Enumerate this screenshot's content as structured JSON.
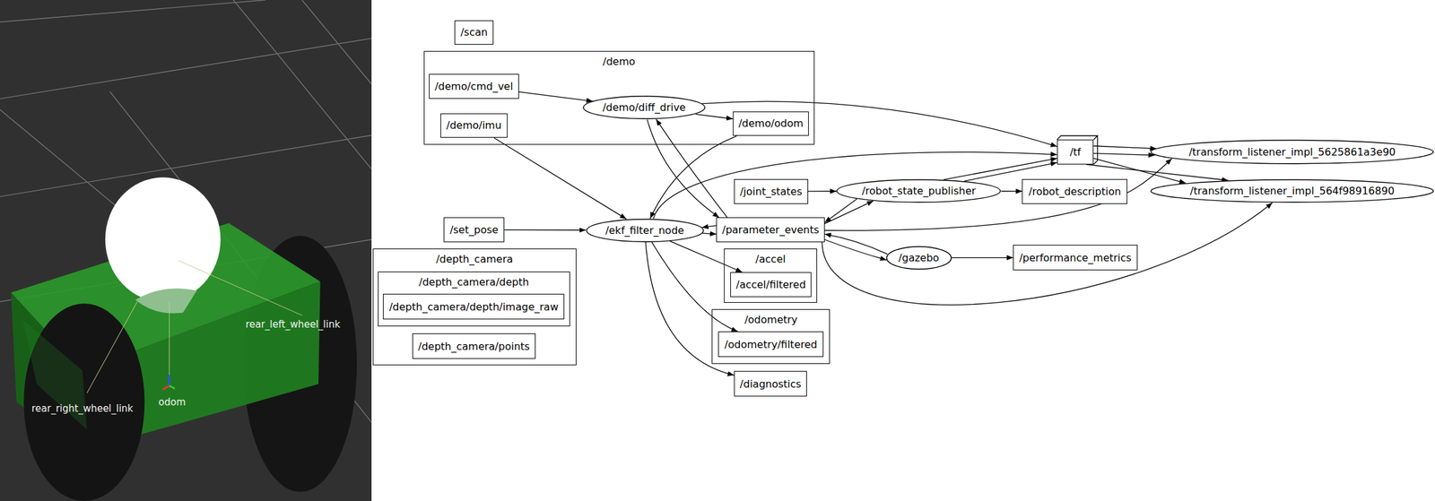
{
  "diagram": {
    "nodes": [
      {
        "text": [
          "/scan"
        ]
      },
      {
        "text": [
          "/demo"
        ]
      },
      {
        "text": [
          "/demo/cmd_vel"
        ],
        "in": 1
      },
      {
        "text": [
          "/demo/imu"
        ],
        "in": 1
      },
      {
        "text": [
          "/demo/diff_drive"
        ],
        "in": 1
      },
      {
        "text": [
          "/demo/odom"
        ],
        "in": 1
      },
      {
        "text": [
          "/tf"
        ]
      },
      {
        "text": [
          "/transform_listener_impl_5625861a3e90"
        ]
      },
      {
        "text": [
          "/joint_states"
        ]
      },
      {
        "text": [
          "/robot_state_publisher"
        ]
      },
      {
        "text": [
          "/robot_description"
        ]
      },
      {
        "text": [
          "/transform_listener_impl_564f98916890"
        ]
      },
      {
        "text": [
          "/set_pose"
        ]
      },
      {
        "text": [
          "/ekf_filter_node"
        ]
      },
      {
        "text": [
          "/parameter_events"
        ]
      },
      {
        "text": [
          "/depth_camera"
        ]
      },
      {
        "text": [
          "/depth_camera/depth"
        ],
        "in": 15
      },
      {
        "text": [
          "/depth_camera/depth/image_raw"
        ],
        "in": 16
      },
      {
        "text": [
          "/depth_camera/points"
        ],
        "in": 15
      },
      {
        "text": [
          "/accel"
        ]
      },
      {
        "text": [
          "/accel/filtered"
        ],
        "in": 19
      },
      {
        "text": [
          "/gazebo"
        ]
      },
      {
        "text": [
          "/performance_metrics"
        ]
      },
      {
        "text": [
          "/odometry"
        ]
      },
      {
        "text": [
          "/odometry/filtered"
        ],
        "in": 23
      },
      {
        "text": [
          "/diagnostics"
        ]
      }
    ],
    "edges": [
      {
        "from": 2,
        "to": 4,
        "arrow": "to"
      },
      {
        "from": 4,
        "to": 5,
        "arrow": "to"
      },
      {
        "from": 4,
        "to": 6,
        "arrow": "to"
      },
      {
        "from": 4,
        "to": 14,
        "arrow": "to"
      },
      {
        "from": 14,
        "to": 4,
        "arrow": "to"
      },
      {
        "from": 3,
        "to": 13,
        "arrow": "to"
      },
      {
        "from": 5,
        "to": 13,
        "arrow": "to"
      },
      {
        "from": 12,
        "to": 13,
        "arrow": "to"
      },
      {
        "from": 13,
        "to": 14,
        "arrow": "to"
      },
      {
        "from": 14,
        "to": 13,
        "arrow": "to"
      },
      {
        "from": 13,
        "to": 6,
        "arrow": "to"
      },
      {
        "from": 13,
        "to": 20,
        "arrow": "to"
      },
      {
        "from": 13,
        "to": 24,
        "arrow": "to"
      },
      {
        "from": 13,
        "to": 25,
        "arrow": "to"
      },
      {
        "from": 8,
        "to": 9,
        "arrow": "to"
      },
      {
        "from": 9,
        "to": 10,
        "arrow": "to"
      },
      {
        "from": 9,
        "to": 6,
        "arrow": "to"
      },
      {
        "from": 9,
        "to": 6,
        "arrow": "to"
      },
      {
        "from": 9,
        "to": 14,
        "arrow": "to"
      },
      {
        "from": 14,
        "to": 9,
        "arrow": "to"
      },
      {
        "from": 6,
        "to": 7,
        "arrow": "to"
      },
      {
        "from": 6,
        "to": 7,
        "arrow": "to"
      },
      {
        "from": 6,
        "to": 11,
        "arrow": "to"
      },
      {
        "from": 6,
        "to": 11,
        "arrow": "to"
      },
      {
        "from": 14,
        "to": 7,
        "arrow": "to"
      },
      {
        "from": 14,
        "to": 11,
        "arrow": "to"
      },
      {
        "from": 21,
        "to": 14,
        "arrow": "to"
      },
      {
        "from": 14,
        "to": 21,
        "arrow": "to"
      },
      {
        "from": 21,
        "to": 22,
        "arrow": "to"
      }
    ],
    "labels": [
      "rear_left_wheel_link",
      "rear_right_wheel_link",
      "odom"
    ]
  }
}
